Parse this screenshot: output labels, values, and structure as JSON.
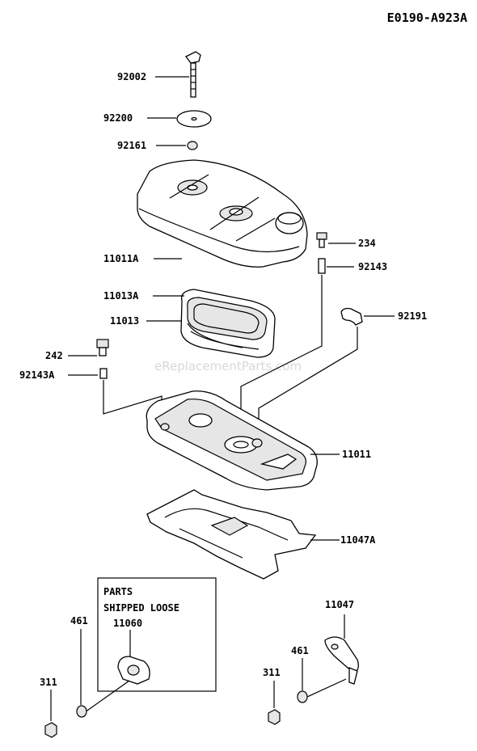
{
  "drawing_code": "E0190-A923A",
  "watermark": "eReplacementParts.com",
  "parts_box": {
    "line1": "PARTS",
    "line2": "SHIPPED LOOSE",
    "part": "11060"
  },
  "labels": {
    "p92002": "92002",
    "p92200": "92200",
    "p92161": "92161",
    "p11011A": "11011A",
    "p234": "234",
    "p92143": "92143",
    "p11013A": "11013A",
    "p11013": "11013",
    "p92191": "92191",
    "p242": "242",
    "p92143A": "92143A",
    "p11011": "11011",
    "p11047A": "11047A",
    "p11047": "11047",
    "p461_left": "461",
    "p311_left": "311",
    "p311_right": "311",
    "p461_right": "461"
  }
}
